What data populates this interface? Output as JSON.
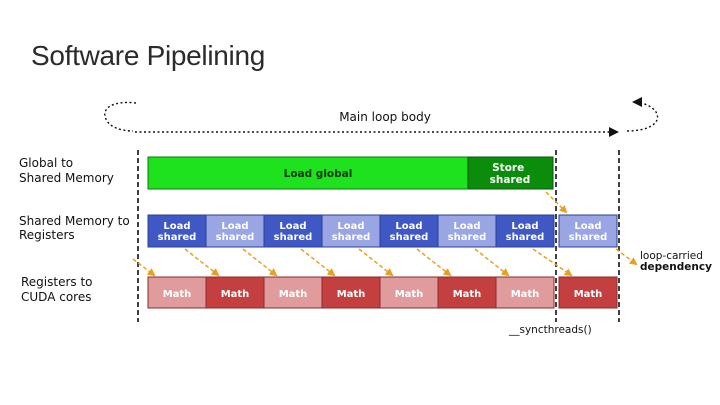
{
  "title": "Software Pipelining",
  "loop": {
    "label": "Main loop body"
  },
  "rows": {
    "global_to_shared": [
      "Global to",
      "Shared Memory"
    ],
    "shared_to_registers": [
      "Shared Memory to",
      "Registers"
    ],
    "registers_to_cores": [
      "Registers to",
      "CUDA cores"
    ]
  },
  "bars": {
    "load_global": "Load global",
    "store_shared": [
      "Store",
      "shared"
    ]
  },
  "load_shared": {
    "label": [
      "Load",
      "shared"
    ],
    "count": 8
  },
  "math": {
    "label": "Math",
    "count": 8
  },
  "annotations": {
    "syncthreads": "__syncthreads()",
    "loop_carried": [
      "loop-carried",
      "dependency"
    ]
  },
  "colors": {
    "load_global": "#1de21d",
    "store_shared": "#0b8c0b",
    "load_shared_dark": "#3f58c4",
    "load_shared_light": "#9aa6e4",
    "math_light": "#e09c9c",
    "math_dark": "#c44040",
    "arrow": "#e8a020",
    "text": "#111111"
  }
}
